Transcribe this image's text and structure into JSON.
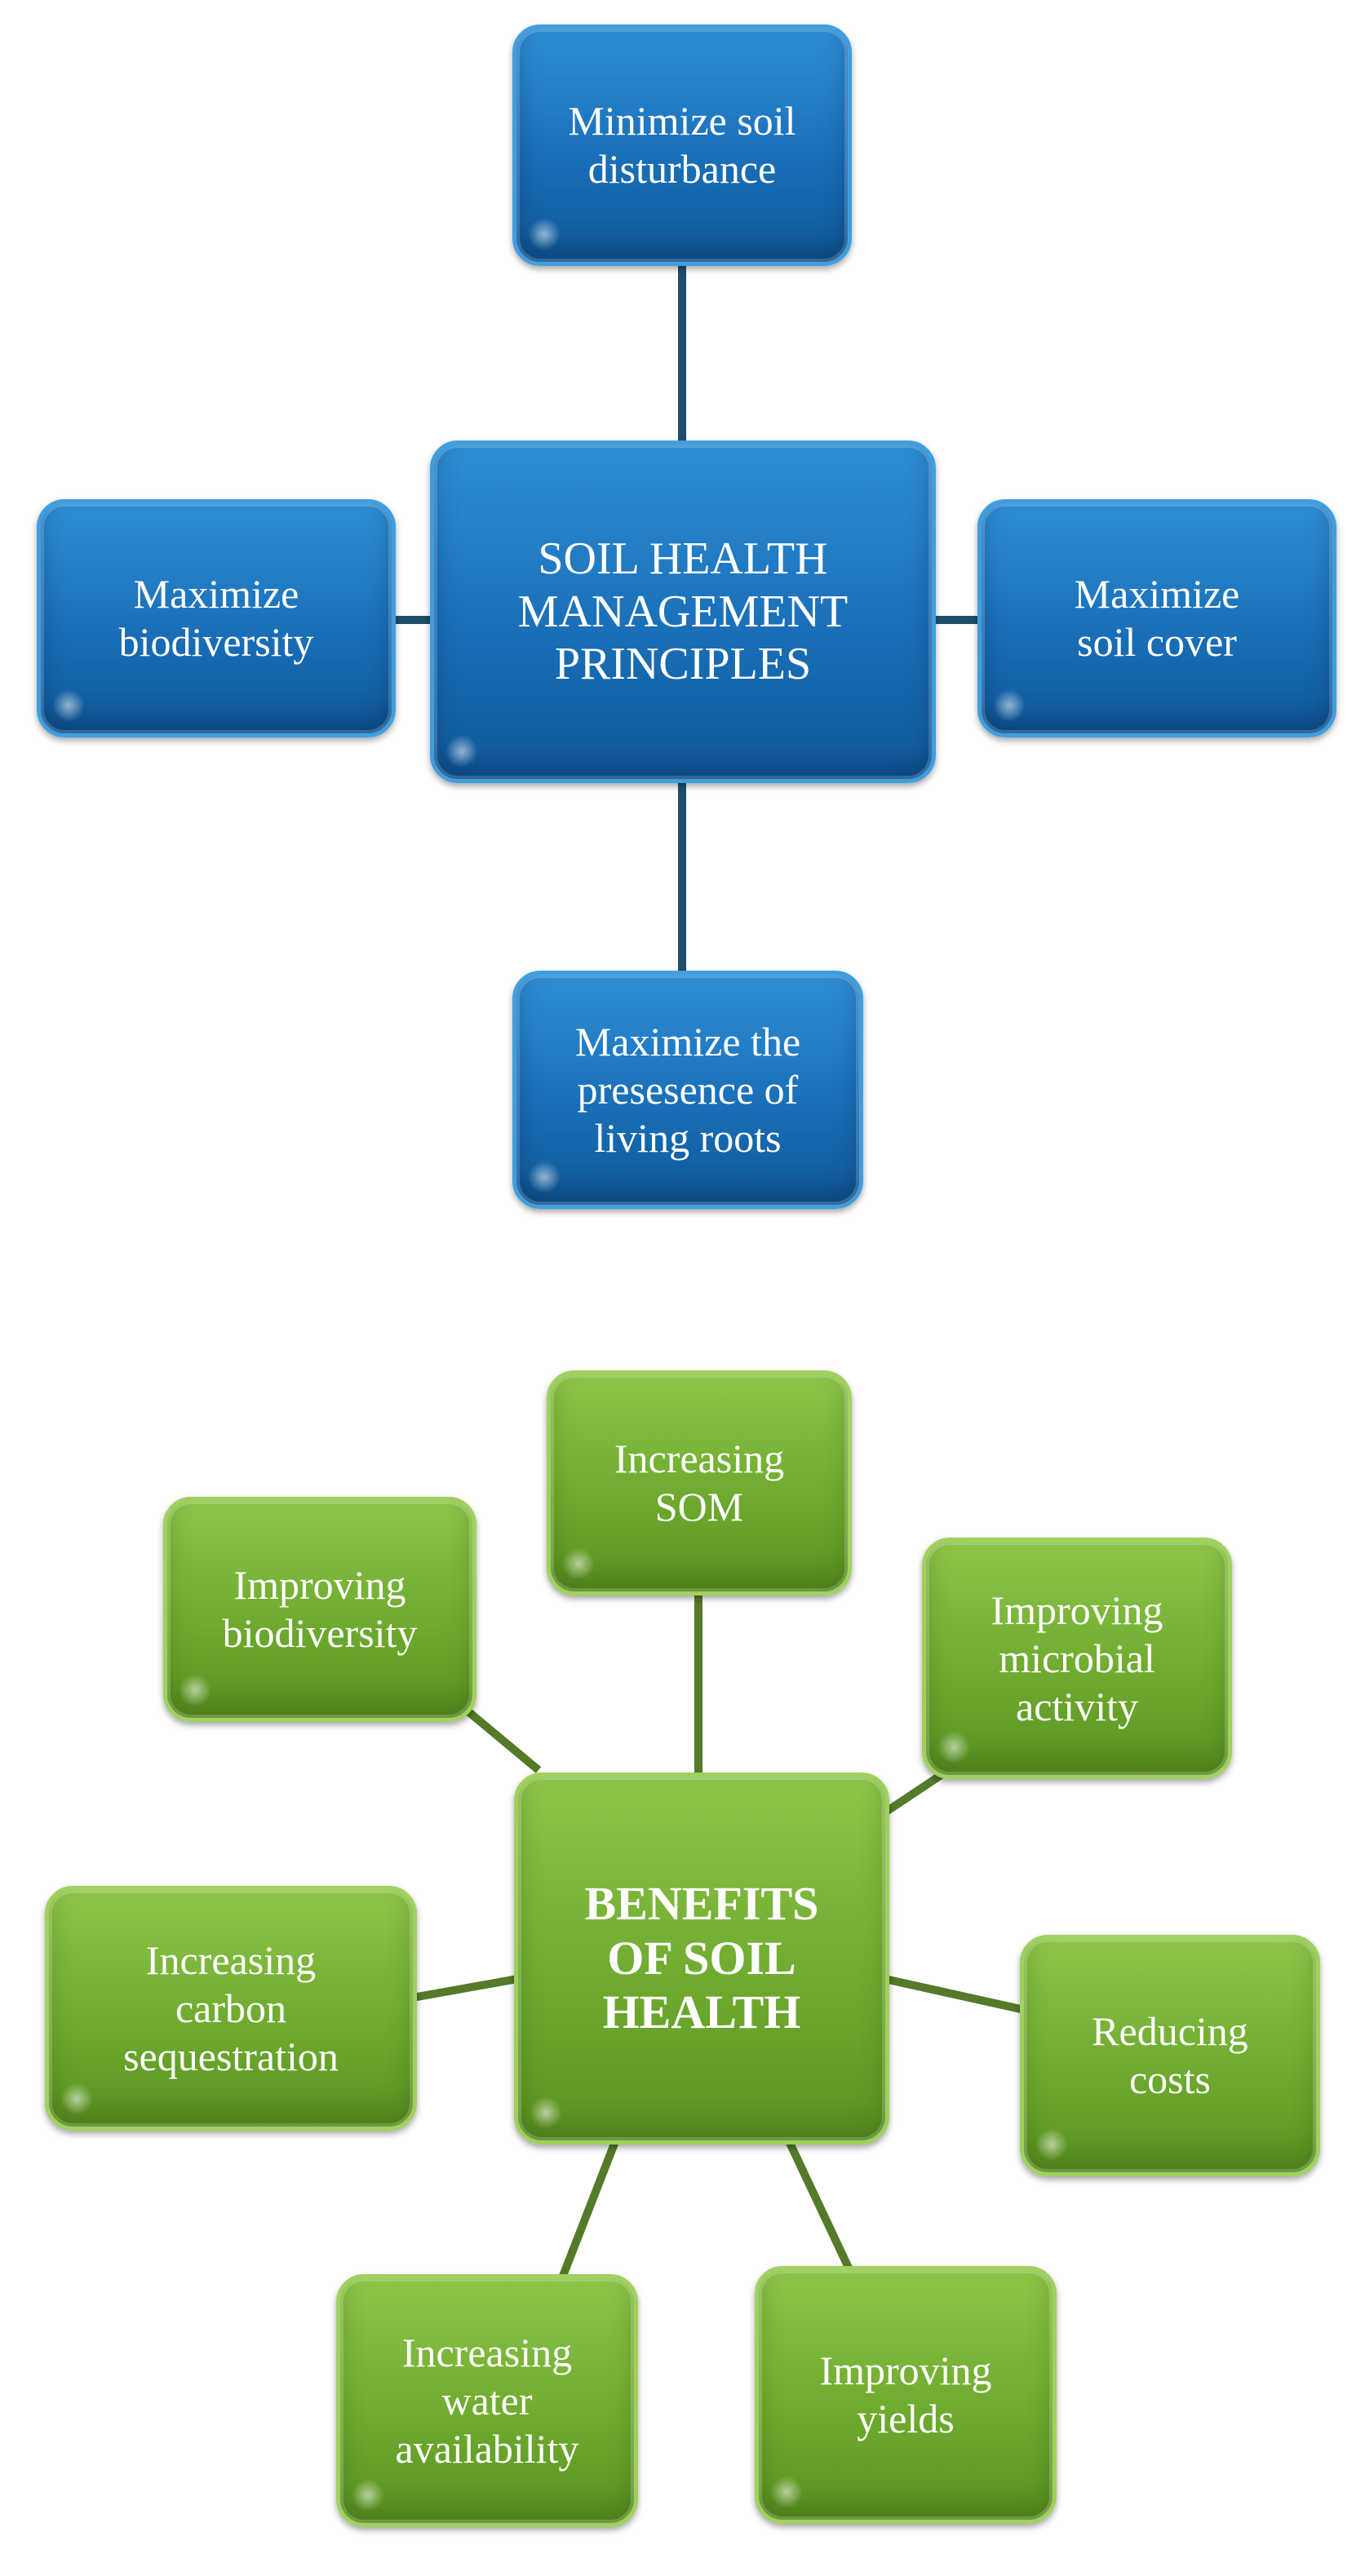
{
  "principles": {
    "center": "SOIL HEALTH\nMANAGEMENT\nPRINCIPLES",
    "top": "Minimize soil\ndisturbance",
    "left": "Maximize\nbiodiversity",
    "right": "Maximize\nsoil cover",
    "bottom": "Maximize the\npresesence of\nliving roots"
  },
  "benefits": {
    "center": "BENEFITS\nOF SOIL\nHEALTH",
    "som": "Increasing\nSOM",
    "microbial": "Improving\nmicrobial\nactivity",
    "biodiversity": "Improving\nbiodiversity",
    "carbon": "Increasing\ncarbon\nsequestration",
    "costs": "Reducing\ncosts",
    "water": "Increasing\nwater\navailability",
    "yields": "Improving\nyields"
  },
  "colors": {
    "principles_fill": "#1a6fb8",
    "benefits_fill": "#6fab2f"
  }
}
